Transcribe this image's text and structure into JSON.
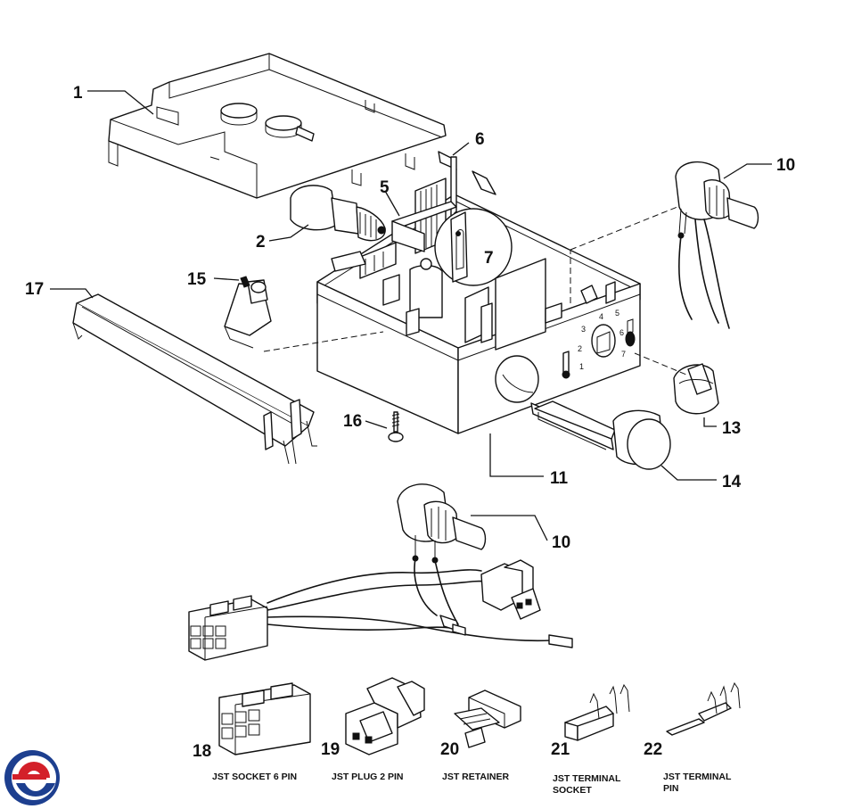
{
  "callouts": {
    "c1": "1",
    "c2": "2",
    "c5": "5",
    "c6": "6",
    "c7": "7",
    "c10a": "10",
    "c10b": "10",
    "c11": "11",
    "c13": "13",
    "c14": "14",
    "c15": "15",
    "c16": "16",
    "c17": "17",
    "c18": "18",
    "c19": "19",
    "c20": "20",
    "c21": "21",
    "c22": "22"
  },
  "captions": {
    "jst_socket_6pin": "JST SOCKET 6 PIN",
    "jst_plug_2pin": "JST PLUG 2 PIN",
    "jst_retainer": "JST RETAINER",
    "jst_terminal_socket_l1": "JST TERMINAL",
    "jst_terminal_socket_l2": "SOCKET",
    "jst_terminal_pin_l1": "JST TERMINAL",
    "jst_terminal_pin_l2": "PIN"
  },
  "dial_marks": {
    "m1": "1",
    "m2": "2",
    "m3": "3",
    "m4": "4",
    "m5": "5",
    "m6": "6",
    "m7": "7"
  },
  "colors": {
    "line": "#111111",
    "logo_red": "#d3202a",
    "logo_blue": "#1d3f8f"
  },
  "icons": {
    "logo": "company-logo-icon"
  }
}
